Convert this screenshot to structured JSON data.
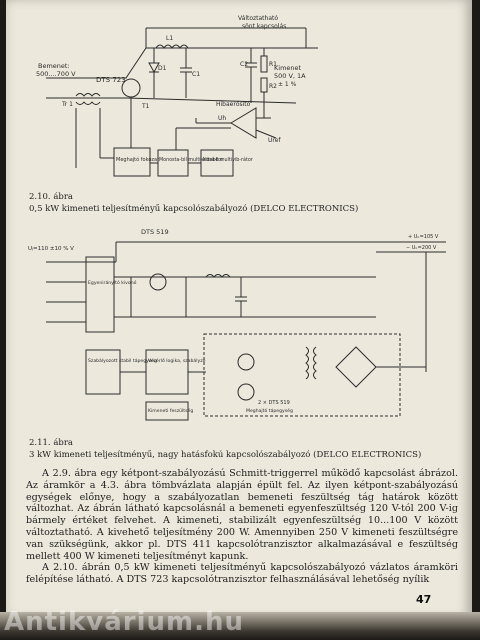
{
  "figure1": {
    "labels": {
      "bemenet": "Bemenet:",
      "bemenet_range": "500....700 V",
      "dts": "DTS 723",
      "tr1": "Tr 1",
      "t1": "T1",
      "l1": "L1",
      "d1": "D1",
      "c1": "C1",
      "c2": "C2",
      "r1": "R1",
      "r2": "R2",
      "valtoz": "Változtatható",
      "sont": "sönt kapcsolás",
      "kimenet": "Kimenet",
      "kimenet_val": "500 V, 1A",
      "kimenet_tol": "± 1 %",
      "hibaerosito": "Hibaerősítő",
      "uh": "Uh",
      "uref": "Uref",
      "meghajto": "Meghajtó fokozat",
      "monostabil": "Monosta-bil multi-vibrá-tor",
      "astabil": "Astabil multivib-rátor"
    },
    "caption_num": "2.10. ábra",
    "caption_text": "0,5 kW kimeneti teljesítményű kapcsolószabályozó (DELCO ELECTRONICS)"
  },
  "figure2": {
    "labels": {
      "dts": "DTS 519",
      "input": "Uⱼ=110 ±10 %  V",
      "plus": "+ Uₖ=105 V",
      "minus": "− Uₖ=200 V",
      "egyenir": "Egyenirányító kivonó",
      "szabalyozo": "Szabályozott stabil tápegység",
      "vezerlo": "Vezérlő logika, szabályzó",
      "kimeneti": "Kimeneti feszültség",
      "meghajto": "Meghajtó tápegység",
      "dts_x2": "2 × DTS 519"
    },
    "caption_num": "2.11. ábra",
    "caption_text": "3 kW kimeneti teljesítményű, nagy hatásfokú kapcsolószabályozó (DELCO ELECTRONICS)"
  },
  "body": {
    "p1": "A 2.9. ábra egy kétpont-szabályozású Schmitt-triggerrel működő kapcsolást ábrázol. Az áramkör a 4.3. ábra tömbvázlata alapján épült fel. Az ilyen kétpont-szabályozású egységek előnye, hogy a szabályozatlan bemeneti feszültség tág határok között változhat. Az ábrán látható kapcsolásnál a bemeneti egyenfeszültség 120 V-tól 200 V-ig bármely értéket felvehet. A kimeneti, stabilizált egyenfeszültség 10...100 V között változtatható. A kivehető teljesítmény 200 W. Amennyiben 250 V kimeneti feszültségre van szükségünk, akkor pl. DTS 411 kapcsolótranzisztor alkalmazásával e feszültség mellett 400 W kimeneti teljesítményt kapunk.",
    "p2": "A 2.10. ábrán 0,5 kW kimeneti teljesítményű kapcsolószabályozó vázlatos áramköri felépítése látható. A DTS 723 kapcsolótranzisztor felhasználásával lehetőség nyílik"
  },
  "page_number": "47",
  "watermark": "Antikvárium.hu"
}
